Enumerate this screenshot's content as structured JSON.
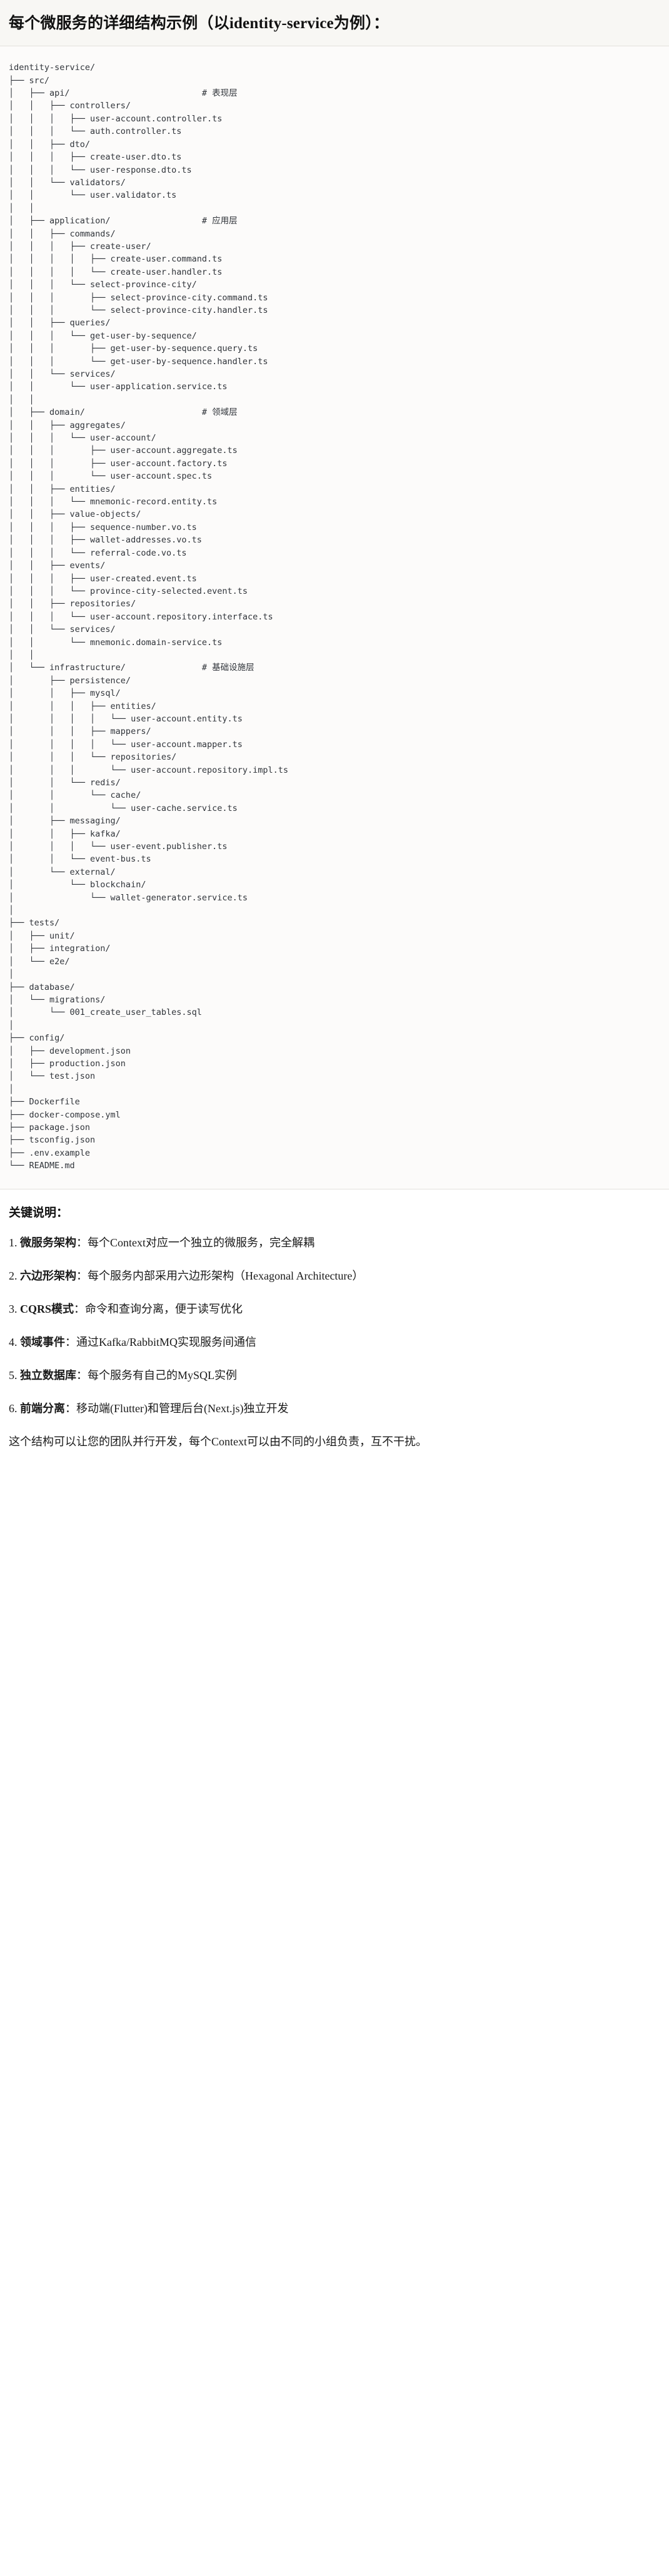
{
  "title": {
    "prefix": "每个微服务的详细结构示例（以",
    "inline_code": "identity-service",
    "suffix": "为例）："
  },
  "tree": {
    "root": "identity-service/",
    "comments": {
      "api": "# 表现层",
      "application": "# 应用层",
      "domain": "# 领域层",
      "infrastructure": "# 基础设施层"
    },
    "text": "identity-service/\n├── src/\n│   ├── api/                          # 表现层\n│   │   ├── controllers/\n│   │   │   ├── user-account.controller.ts\n│   │   │   └── auth.controller.ts\n│   │   ├── dto/\n│   │   │   ├── create-user.dto.ts\n│   │   │   └── user-response.dto.ts\n│   │   └── validators/\n│   │       └── user.validator.ts\n│   │\n│   ├── application/                  # 应用层\n│   │   ├── commands/\n│   │   │   ├── create-user/\n│   │   │   │   ├── create-user.command.ts\n│   │   │   │   └── create-user.handler.ts\n│   │   │   └── select-province-city/\n│   │   │       ├── select-province-city.command.ts\n│   │   │       └── select-province-city.handler.ts\n│   │   ├── queries/\n│   │   │   └── get-user-by-sequence/\n│   │   │       ├── get-user-by-sequence.query.ts\n│   │   │       └── get-user-by-sequence.handler.ts\n│   │   └── services/\n│   │       └── user-application.service.ts\n│   │\n│   ├── domain/                       # 领域层\n│   │   ├── aggregates/\n│   │   │   └── user-account/\n│   │   │       ├── user-account.aggregate.ts\n│   │   │       ├── user-account.factory.ts\n│   │   │       └── user-account.spec.ts\n│   │   ├── entities/\n│   │   │   └── mnemonic-record.entity.ts\n│   │   ├── value-objects/\n│   │   │   ├── sequence-number.vo.ts\n│   │   │   ├── wallet-addresses.vo.ts\n│   │   │   └── referral-code.vo.ts\n│   │   ├── events/\n│   │   │   ├── user-created.event.ts\n│   │   │   └── province-city-selected.event.ts\n│   │   ├── repositories/\n│   │   │   └── user-account.repository.interface.ts\n│   │   └── services/\n│   │       └── mnemonic.domain-service.ts\n│   │\n│   └── infrastructure/               # 基础设施层\n│       ├── persistence/\n│       │   ├── mysql/\n│       │   │   ├── entities/\n│       │   │   │   └── user-account.entity.ts\n│       │   │   ├── mappers/\n│       │   │   │   └── user-account.mapper.ts\n│       │   │   └── repositories/\n│       │   │       └── user-account.repository.impl.ts\n│       │   └── redis/\n│       │       └── cache/\n│       │           └── user-cache.service.ts\n│       ├── messaging/\n│       │   ├── kafka/\n│       │   │   └── user-event.publisher.ts\n│       │   └── event-bus.ts\n│       └── external/\n│           └── blockchain/\n│               └── wallet-generator.service.ts\n│\n├── tests/\n│   ├── unit/\n│   ├── integration/\n│   └── e2e/\n│\n├── database/\n│   └── migrations/\n│       └── 001_create_user_tables.sql\n│\n├── config/\n│   ├── development.json\n│   ├── production.json\n│   └── test.json\n│\n├── Dockerfile\n├── docker-compose.yml\n├── package.json\n├── tsconfig.json\n├── .env.example\n└── README.md"
  },
  "notes": {
    "heading": "关键说明：",
    "items": [
      {
        "num": "1.",
        "term": "微服务架构",
        "sep": "：",
        "body": "每个Context对应一个独立的微服务，完全解耦"
      },
      {
        "num": "2.",
        "term": "六边形架构",
        "sep": "：",
        "body": "每个服务内部采用六边形架构（Hexagonal Architecture）"
      },
      {
        "num": "3.",
        "term": "CQRS模式",
        "sep": "：",
        "body": "命令和查询分离，便于读写优化"
      },
      {
        "num": "4.",
        "term": "领域事件",
        "sep": "：",
        "body": "通过Kafka/RabbitMQ实现服务间通信"
      },
      {
        "num": "5.",
        "term": "独立数据库",
        "sep": "：",
        "body": "每个服务有自己的MySQL实例"
      },
      {
        "num": "6.",
        "term": "前端分离",
        "sep": "：",
        "body": "移动端(Flutter)和管理后台(Next.js)独立开发"
      }
    ],
    "closing": "这个结构可以让您的团队并行开发，每个Context可以由不同的小组负责，互不干扰。"
  }
}
